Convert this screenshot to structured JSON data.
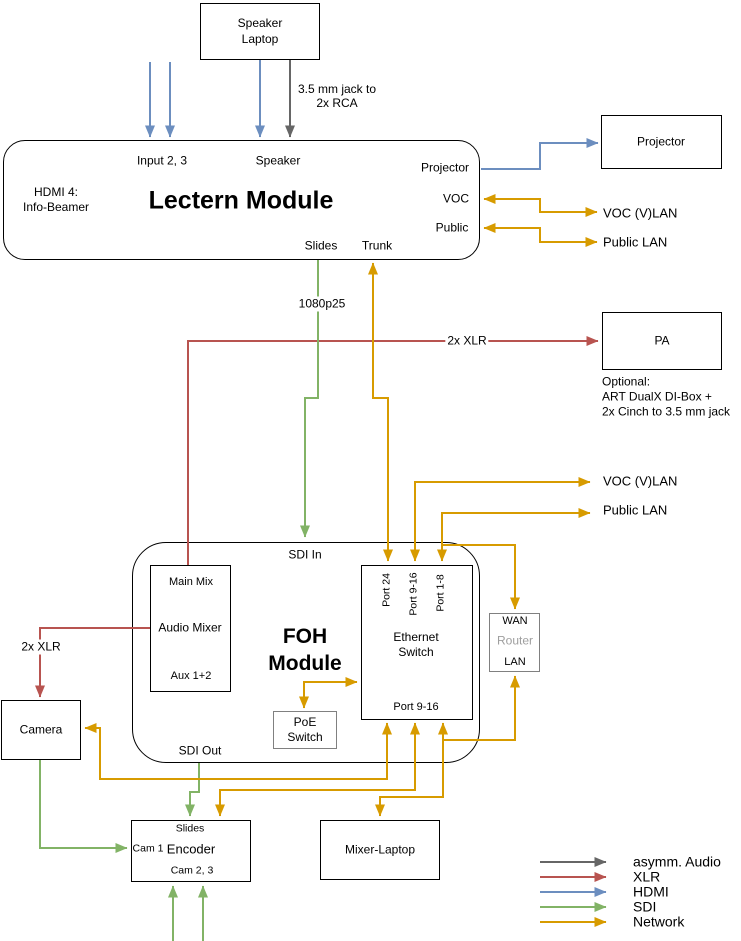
{
  "nodes": {
    "speaker_laptop": "Speaker\nLaptop",
    "lectern": {
      "title": "Lectern Module",
      "input23": "Input 2, 3",
      "speaker": "Speaker",
      "hdmi4": "HDMI 4:\nInfo-Beamer",
      "slides": "Slides",
      "trunk": "Trunk",
      "projector": "Projector",
      "voc": "VOC",
      "public": "Public"
    },
    "projector": "Projector",
    "pa": "PA",
    "pa_note": "Optional:\nART DualX DI-Box +\n2x Cinch to 3.5 mm jack",
    "foh": {
      "title": "FOH\nModule",
      "sdi_in": "SDI In",
      "sdi_out": "SDI Out"
    },
    "audio_mixer": {
      "top": "Main Mix",
      "title": "Audio Mixer",
      "bottom": "Aux 1+2"
    },
    "ethernet_switch": {
      "title": "Ethernet\nSwitch",
      "port24": "Port 24",
      "port916": "Port 9-16",
      "port18": "Port 1-8",
      "port916_bottom": "Port 9-16"
    },
    "poe_switch": "PoE\nSwitch",
    "router": {
      "wan": "WAN",
      "title": "Router",
      "lan": "LAN"
    },
    "camera": "Camera",
    "encoder": {
      "slides": "Slides",
      "cam1": "Cam 1",
      "title": "Encoder",
      "cam23": "Cam 2, 3"
    },
    "mixer_laptop": "Mixer-Laptop"
  },
  "edge_labels": {
    "jack_rca": "3.5 mm jack to\n2x RCA",
    "xlr_pa": "2x XLR",
    "xlr_cam": "2x XLR",
    "slides_format": "1080p25",
    "voc_vlan_top": "VOC (V)LAN",
    "public_lan_top": "Public LAN",
    "voc_vlan_mid": "VOC (V)LAN",
    "public_lan_mid": "Public LAN"
  },
  "legend": [
    {
      "label": "asymm. Audio",
      "color": "#666666"
    },
    {
      "label": "XLR",
      "color": "#b85450"
    },
    {
      "label": "HDMI",
      "color": "#6c8ebf"
    },
    {
      "label": "SDI",
      "color": "#82b366"
    },
    {
      "label": "Network",
      "color": "#d79b00"
    }
  ],
  "colors": {
    "hdmi": "#6c8ebf",
    "sdi": "#82b366",
    "network": "#d79b00",
    "xlr": "#b85450",
    "asymm_audio": "#666666"
  }
}
